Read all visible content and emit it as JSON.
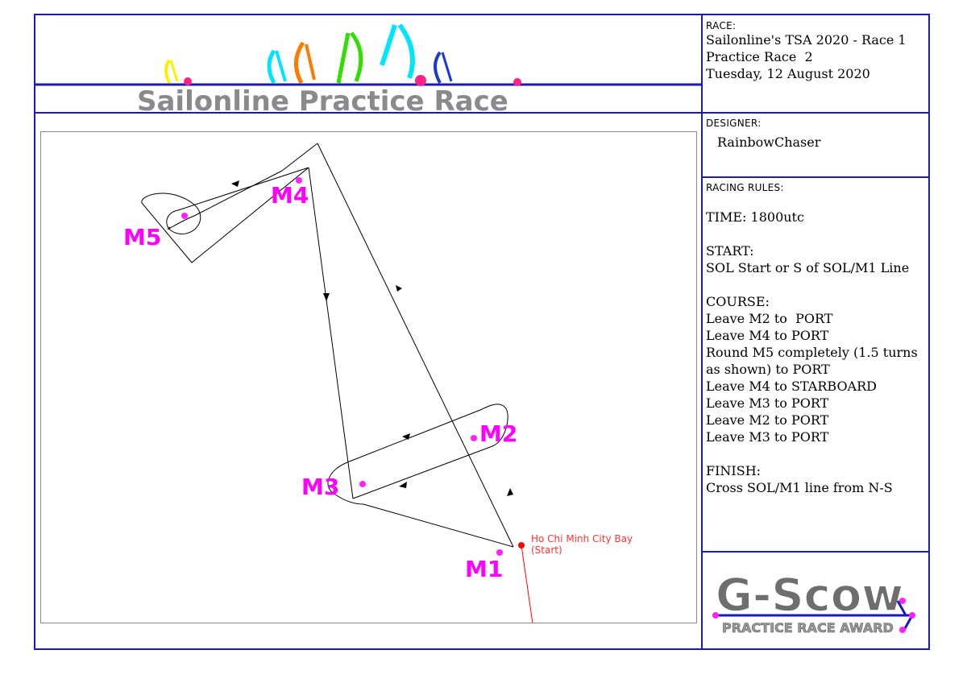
{
  "header": {
    "banner_title": "Sailonline Practice Race"
  },
  "race_panel": {
    "label": "RACE:",
    "lines": [
      "Sailonline's TSA 2020 - Race 1",
      "Practice Race  2",
      "Tuesday, 12 August 2020"
    ]
  },
  "designer_panel": {
    "label": "DESIGNER:",
    "name": "RainbowChaser"
  },
  "rules_panel": {
    "label": "RACING RULES:",
    "time": "TIME: 1800utc",
    "start_heading": "START:",
    "start_text": "SOL Start or S of SOL/M1 Line",
    "course_heading": "COURSE:",
    "course_lines": [
      "Leave M2 to  PORT",
      "Leave M4 to PORT",
      "Round M5 completely (1.5 turns",
      "as shown) to PORT",
      "Leave M4 to STARBOARD",
      "Leave M3 to PORT",
      "Leave M2 to PORT",
      "Leave M3 to PORT"
    ],
    "finish_heading": "FINISH:",
    "finish_text": "Cross SOL/M1 line from N-S"
  },
  "award": {
    "title": "G-Scow",
    "subtitle": "PRACTICE RACE AWARD"
  },
  "map": {
    "start_label_line1": "Ho Chi Minh City Bay",
    "start_label_line2": "(Start)",
    "marks": [
      {
        "id": "M1",
        "label": "M1"
      },
      {
        "id": "M2",
        "label": "M2"
      },
      {
        "id": "M3",
        "label": "M3"
      },
      {
        "id": "M4",
        "label": "M4"
      },
      {
        "id": "M5",
        "label": "M5"
      }
    ],
    "colors": {
      "mark": "#ff22ff",
      "mark_label": "#ff00ff",
      "start": "#ff0000",
      "course_line": "#000000",
      "frame": "#1a1ab8"
    }
  }
}
